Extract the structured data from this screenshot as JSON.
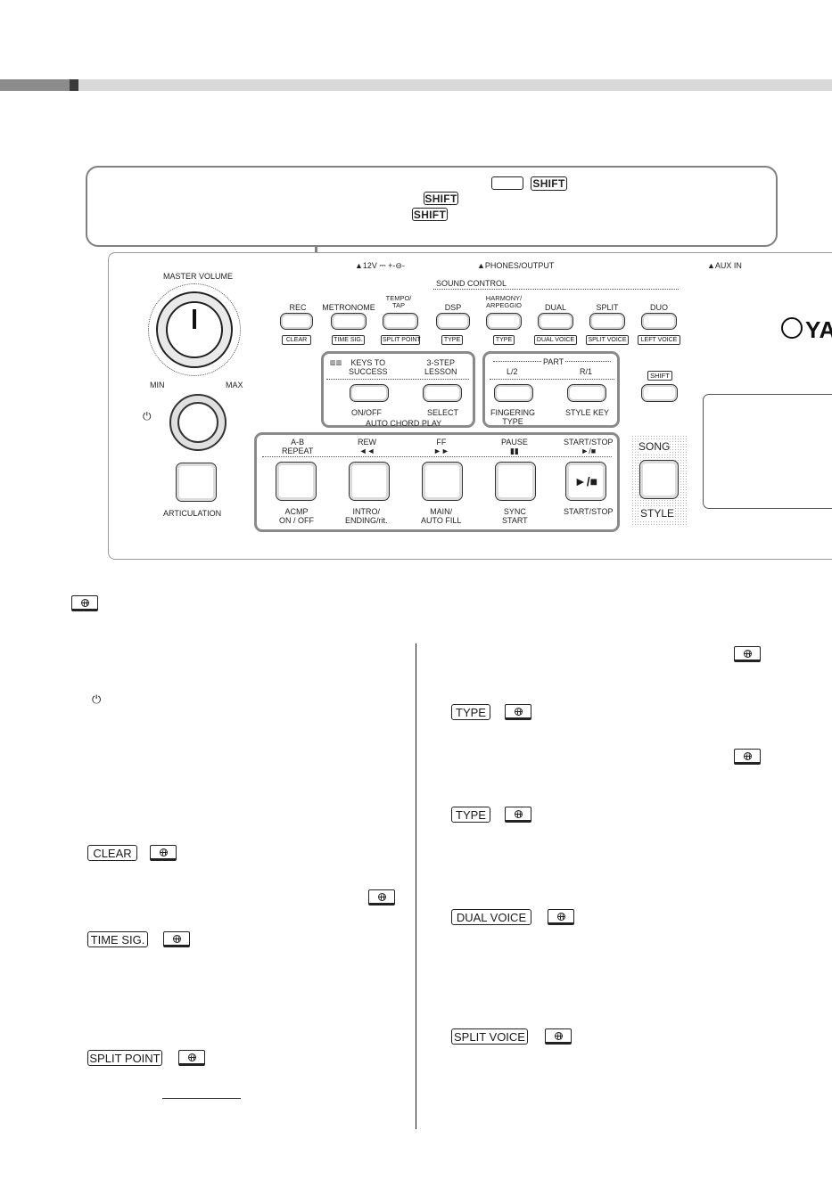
{
  "callout": {
    "keys": {
      "shift": "SHIFT"
    }
  },
  "panel": {
    "top_labels": {
      "power_in": "▲12V ⎓  +-⊖-",
      "phones": "▲PHONES/OUTPUT",
      "aux": "▲AUX IN"
    },
    "master_volume": {
      "label": "MASTER VOLUME",
      "min": "MIN",
      "max": "MAX"
    },
    "power_symbol": "⏻",
    "articulation": "ARTICULATION",
    "sound_control": "SOUND CONTROL",
    "top_buttons": [
      {
        "label": "REC",
        "sub": "CLEAR"
      },
      {
        "label": "METRONOME",
        "sub": "TIME SIG."
      },
      {
        "label": "TEMPO/\nTAP",
        "sub": "SPLIT POINT"
      },
      {
        "label": "DSP",
        "sub": "TYPE"
      },
      {
        "label": "HARMONY/\nARPEGGIO",
        "sub": "TYPE"
      },
      {
        "label": "DUAL",
        "sub": "DUAL VOICE"
      },
      {
        "label": "SPLIT",
        "sub": "SPLIT VOICE"
      },
      {
        "label": "DUO",
        "sub": "LEFT VOICE"
      }
    ],
    "lesson": {
      "keys_to_success": "KEYS TO\nSUCCESS",
      "three_step": "3-STEP\nLESSON",
      "on_off": "ON/OFF",
      "select": "SELECT",
      "auto_chord": "AUTO CHORD PLAY"
    },
    "part": {
      "title": "PART",
      "l2": "L/2",
      "r1": "R/1",
      "fingering": "FINGERING\nTYPE",
      "style_key": "STYLE KEY"
    },
    "shift": "SHIFT",
    "transport": [
      {
        "top": "A-B\nREPEAT",
        "bottom": "ACMP\nON / OFF"
      },
      {
        "top": "REW\n◄◄",
        "bottom": "INTRO/\nENDING/rit."
      },
      {
        "top": "FF\n►►",
        "bottom": "MAIN/\nAUTO FILL"
      },
      {
        "top": "PAUSE\n▮▮",
        "bottom": "SYNC\nSTART"
      },
      {
        "top": "START/STOP\n►/■",
        "bottom": "START/STOP",
        "face": "►/■"
      }
    ],
    "song": "SONG",
    "style": "STYLE",
    "logo": "YA"
  },
  "tags": {
    "clear": "CLEAR",
    "time_sig": "TIME SIG.",
    "split_point": "SPLIT POINT",
    "type": "TYPE",
    "dual_voice": "DUAL VOICE",
    "split_voice": "SPLIT VOICE"
  },
  "left_col": {
    "power_symbol": "⏻"
  }
}
